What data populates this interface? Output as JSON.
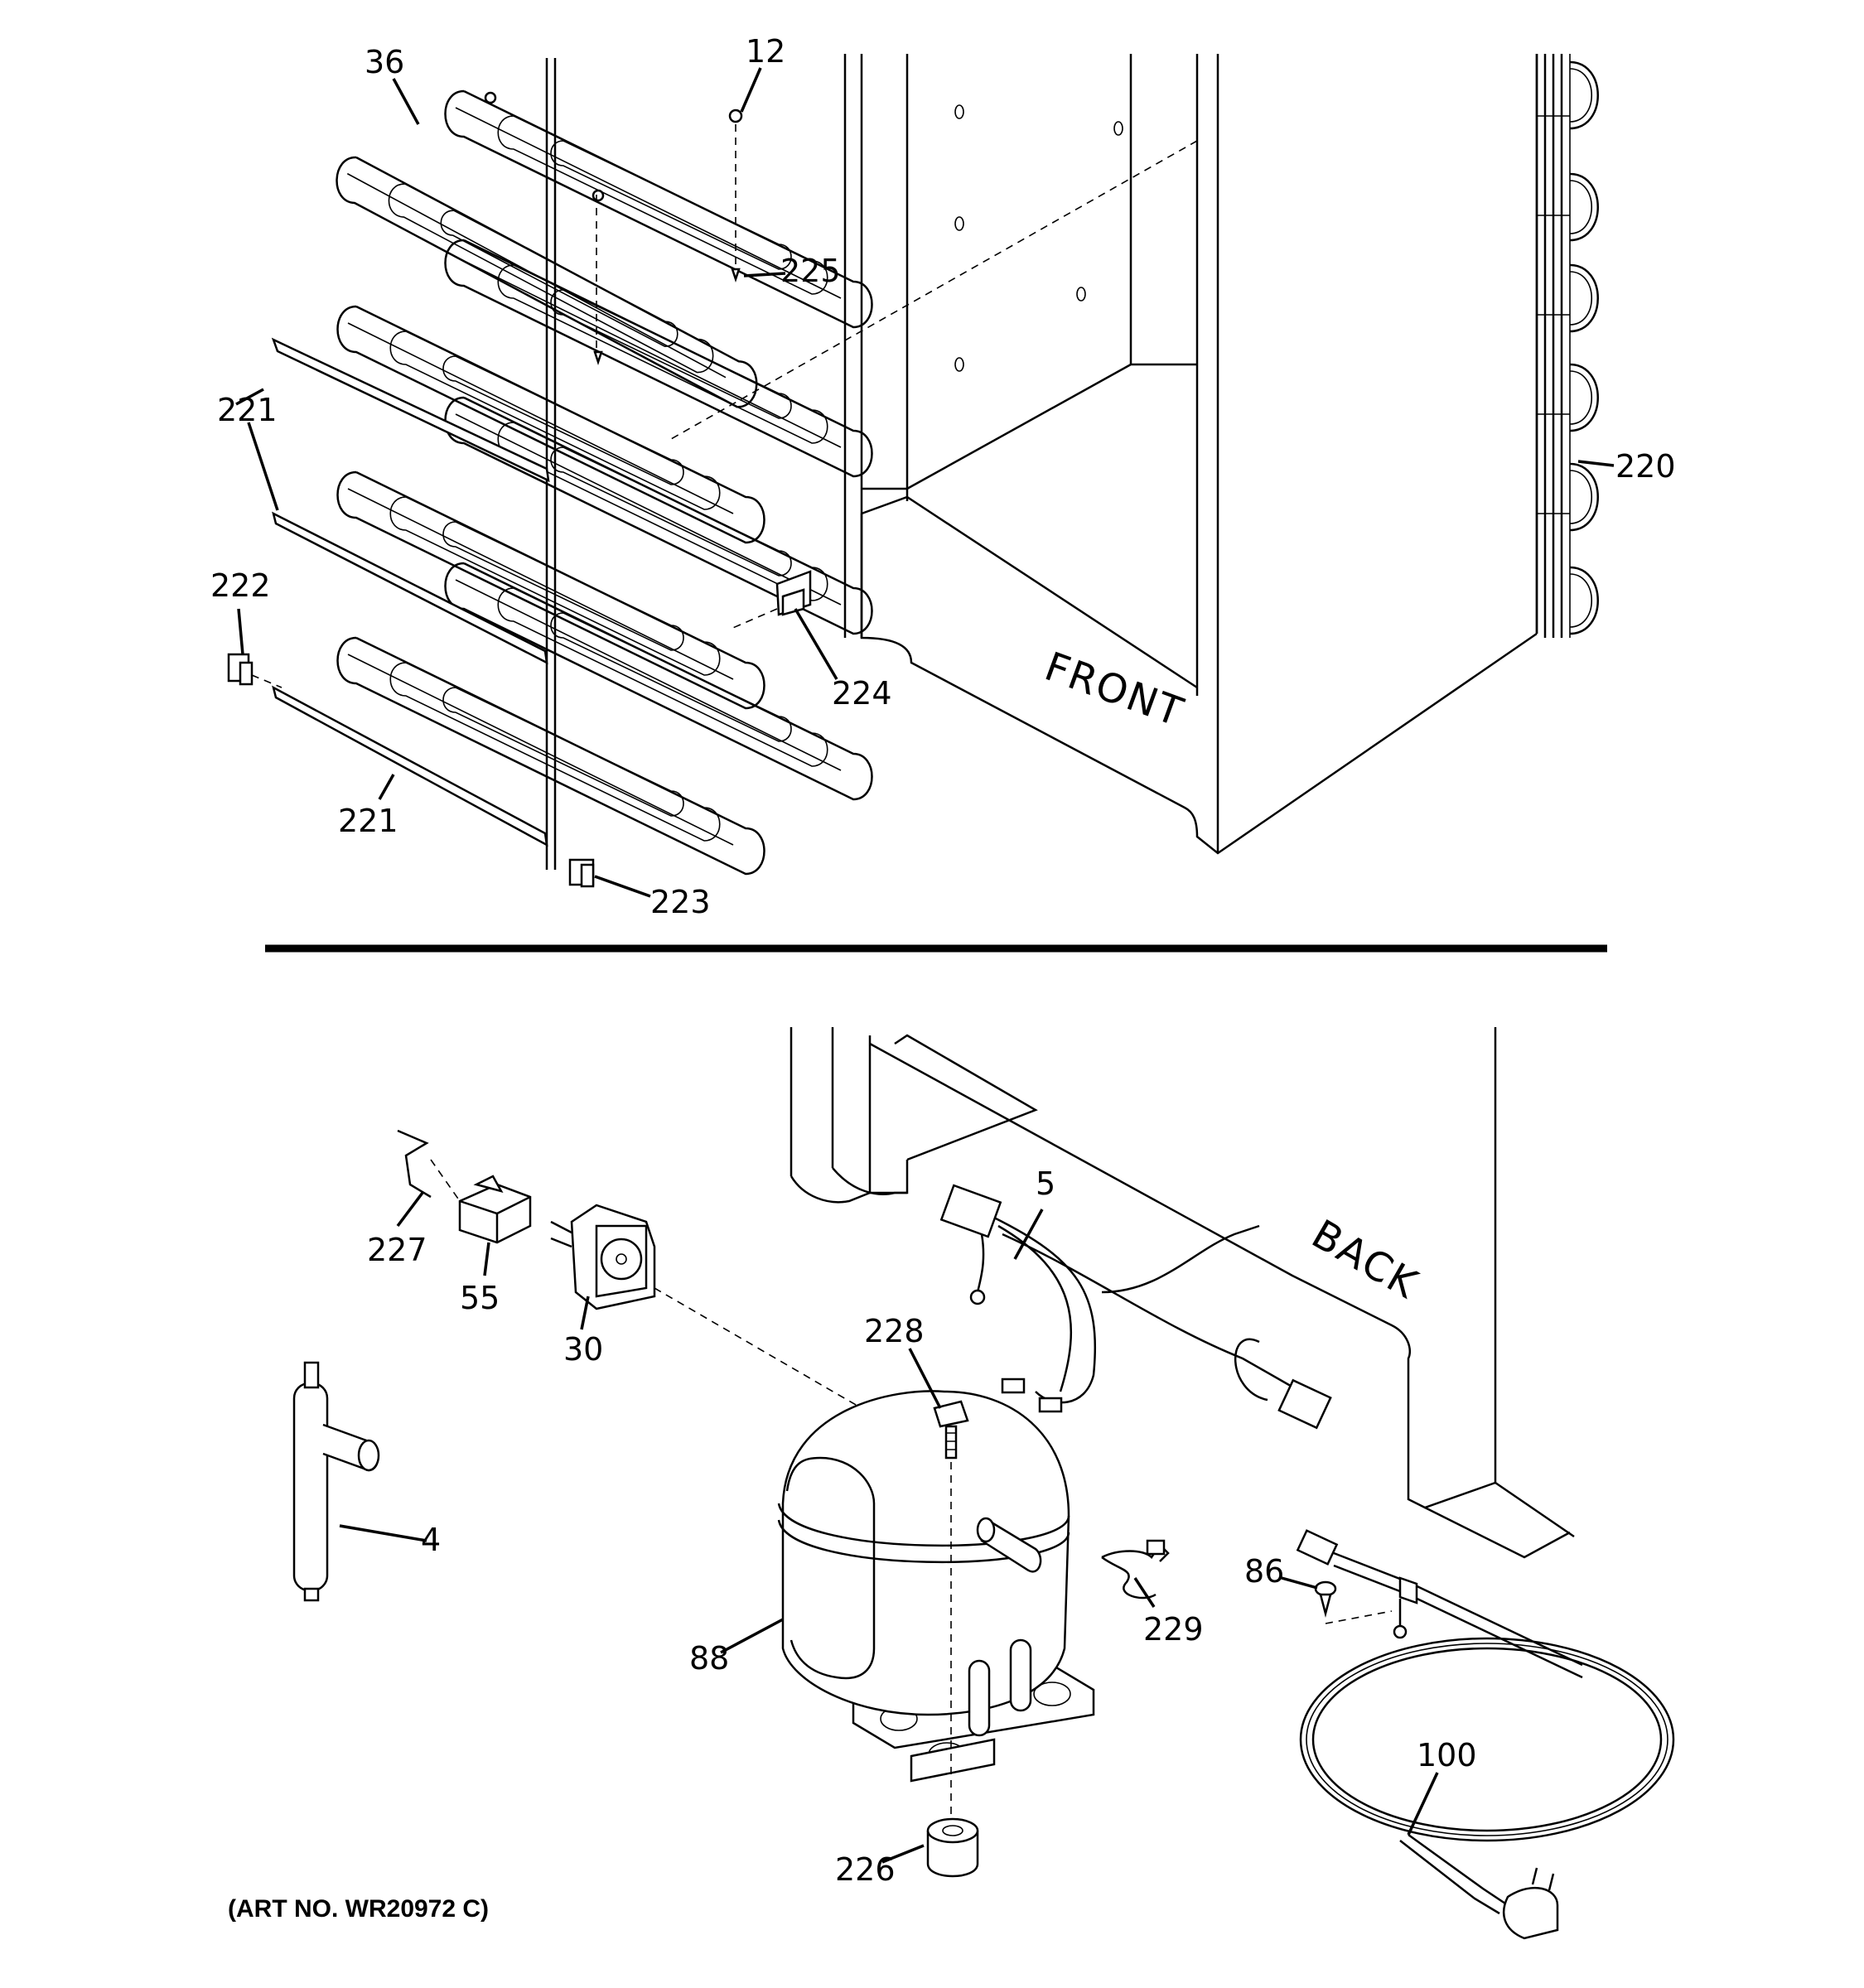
{
  "labels": {
    "p36": "36",
    "p12": "12",
    "p225": "225",
    "p221a": "221",
    "p221b": "221",
    "p222": "222",
    "p224": "224",
    "p223": "223",
    "p220": "220",
    "p5": "5",
    "p227": "227",
    "p55": "55",
    "p30": "30",
    "p228": "228",
    "p4": "4",
    "p88": "88",
    "p229": "229",
    "p86": "86",
    "p100": "100",
    "p226": "226"
  },
  "stamps": {
    "front": "FRONT",
    "back": "BACK"
  },
  "art_number": "(ART NO. WR20972 C)"
}
